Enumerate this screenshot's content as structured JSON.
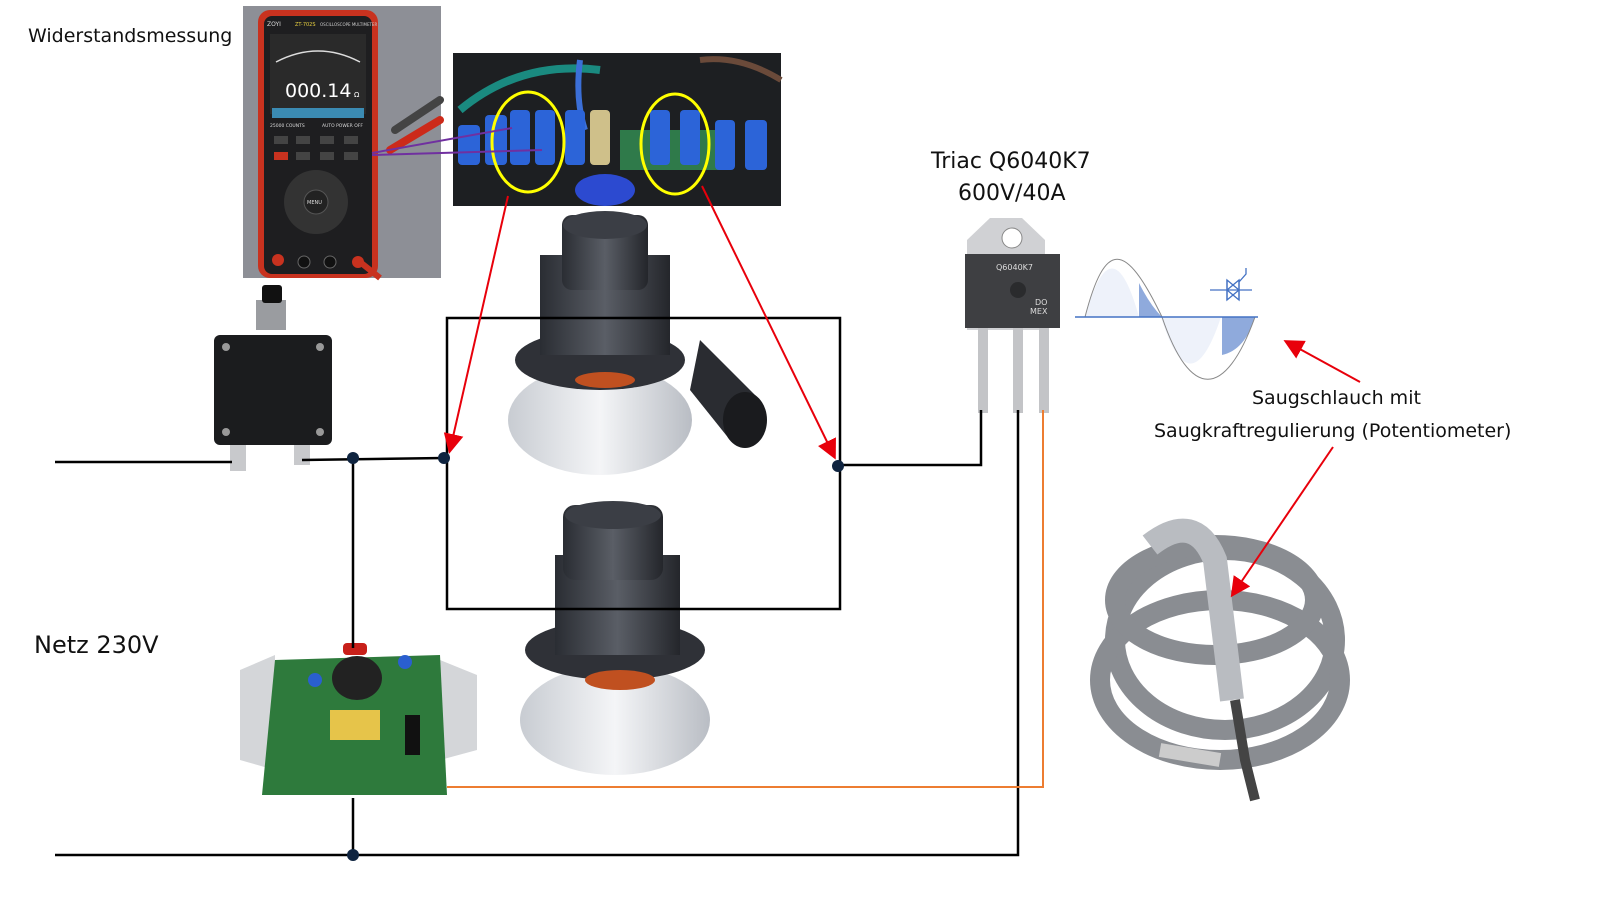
{
  "labels": {
    "measurement": "Widerstandsmessung",
    "triac_name": "Triac Q6040K7",
    "triac_rating": "600V/40A",
    "hose_line1": "Saugschlauch mit",
    "hose_line2": "Saugkraftregulierung (Potentiometer)",
    "mains": "Netz 230V"
  },
  "multimeter": {
    "brand": "ZOYI",
    "model": "ZT-702S",
    "type": "OSCILLOSCOPE MULTIMETER",
    "reading": "000.14",
    "unit": "Ω",
    "counts": "25000 COUNTS",
    "auto_off": "AUTO POWER OFF",
    "menu": "MENU"
  },
  "triac_marking": {
    "part": "Q6040K7",
    "code1": "DO",
    "code2": "MEX"
  },
  "colors": {
    "wire": "#000000",
    "arrow": "#e8000b",
    "gate_wire": "#ed7d31",
    "probe_line": "#7030a0",
    "highlight": "#ffff00",
    "phase_fill": "#8faadc"
  }
}
